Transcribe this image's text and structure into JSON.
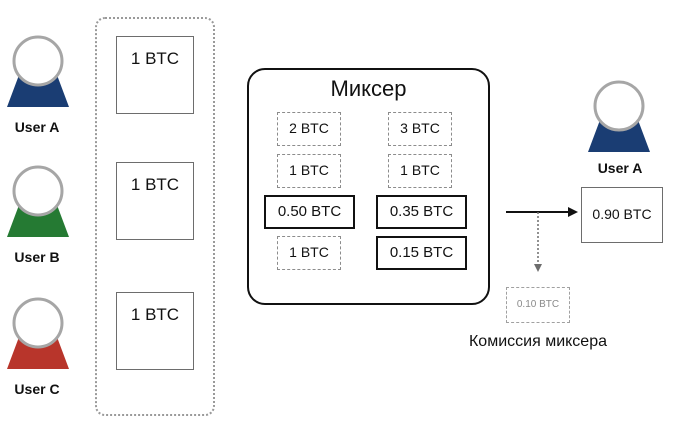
{
  "users": [
    {
      "label": "User A",
      "color": "#1a3d73"
    },
    {
      "label": "User B",
      "color": "#257a33"
    },
    {
      "label": "User C",
      "color": "#b8352b"
    }
  ],
  "inputs": [
    "1 BTC",
    "1 BTC",
    "1 BTC"
  ],
  "mixer": {
    "title": "Миксер",
    "left_column": [
      "2 BTC",
      "1 BTC",
      "0.50 BTC",
      "1 BTC"
    ],
    "right_column": [
      "3 BTC",
      "1 BTC",
      "0.35 BTC",
      "0.15 BTC"
    ]
  },
  "output": {
    "user_label": "User A",
    "user_color": "#1a3d73",
    "amount": "0.90 BTC"
  },
  "fee": {
    "amount": "0.10 BTC",
    "label": "Комиссия миксера"
  }
}
